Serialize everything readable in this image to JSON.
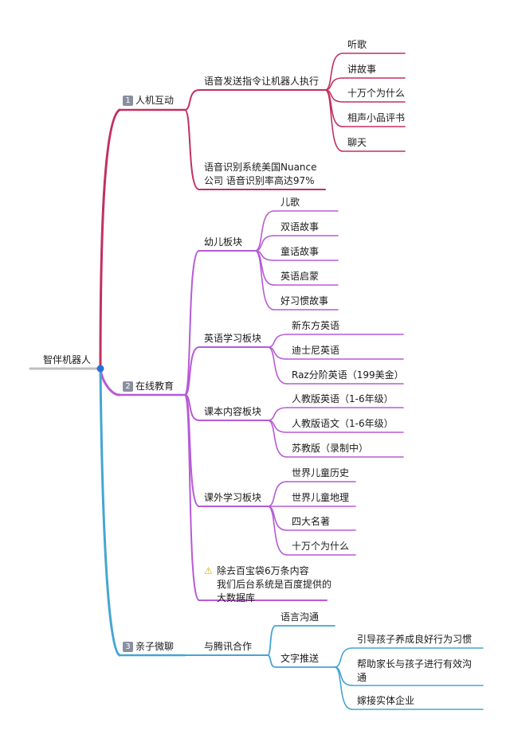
{
  "root": {
    "label": "智伴机器人"
  },
  "colors": {
    "branch1": "#c2305e",
    "branch2": "#b85ad6",
    "branch3": "#45a5d3",
    "root_line": "#bfbfbf",
    "root_dot": "#2d6fd8"
  },
  "branches": [
    {
      "number": "1",
      "label": "人机互动",
      "children": [
        {
          "label": "语音发送指令让机器人执行",
          "children": [
            "听歌",
            "讲故事",
            "十万个为什么",
            "相声小品评书",
            "聊天"
          ]
        },
        {
          "label": "语音识别系统美国Nuance\n公司 语音识别率高达97%",
          "children": []
        }
      ]
    },
    {
      "number": "2",
      "label": "在线教育",
      "children": [
        {
          "label": "幼儿板块",
          "children": [
            "儿歌",
            "双语故事",
            "童话故事",
            "英语启蒙",
            "好习惯故事"
          ]
        },
        {
          "label": "英语学习板块",
          "children": [
            "新东方英语",
            "迪士尼英语",
            "Raz分阶英语（199美金）"
          ]
        },
        {
          "label": "课本内容板块",
          "children": [
            "人教版英语（1-6年级）",
            "人教版语文（1-6年级）",
            "苏教版（录制中）"
          ]
        },
        {
          "label": "课外学习板块",
          "children": [
            "世界儿童历史",
            "世界儿童地理",
            "四大名著",
            "十万个为什么"
          ]
        },
        {
          "label": "除去百宝袋6万条内容\n我们后台系统是百度提供的\n大数据库",
          "warning_icon": "warning-icon",
          "children": []
        }
      ]
    },
    {
      "number": "3",
      "label": "亲子微聊",
      "children": [
        {
          "label": "与腾讯合作",
          "children": [
            {
              "label": "语言沟通",
              "children": []
            },
            {
              "label": "文字推送",
              "children": [
                "引导孩子养成良好行为习惯",
                "帮助家长与孩子进行有效沟\n通",
                "嫁接实体企业"
              ]
            }
          ]
        }
      ]
    }
  ]
}
